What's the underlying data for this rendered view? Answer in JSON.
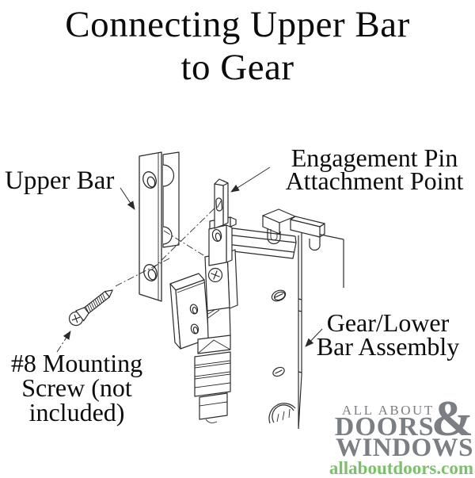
{
  "title": {
    "line1": "Connecting Upper Bar",
    "line2": "to Gear"
  },
  "labels": {
    "upper_bar": "Upper Bar",
    "engagement_pin": {
      "line1": "Engagement Pin",
      "line2": "Attachment Point"
    },
    "gear_lower": {
      "line1": "Gear/Lower",
      "line2": "Bar Assembly"
    },
    "mounting_screw": {
      "line1": "#8 Mounting",
      "line2": "Screw (not",
      "line3": "included)"
    }
  },
  "logo": {
    "top_text": "ALL ABOUT",
    "doors_text": "DOORS",
    "ampersand": "&",
    "windows_text": "WINDOWS",
    "url": "allaboutdoors.com",
    "gray": "#7b7e82",
    "green": "#7cc06b"
  },
  "drawing": {
    "ink": "#2b2b2b"
  }
}
